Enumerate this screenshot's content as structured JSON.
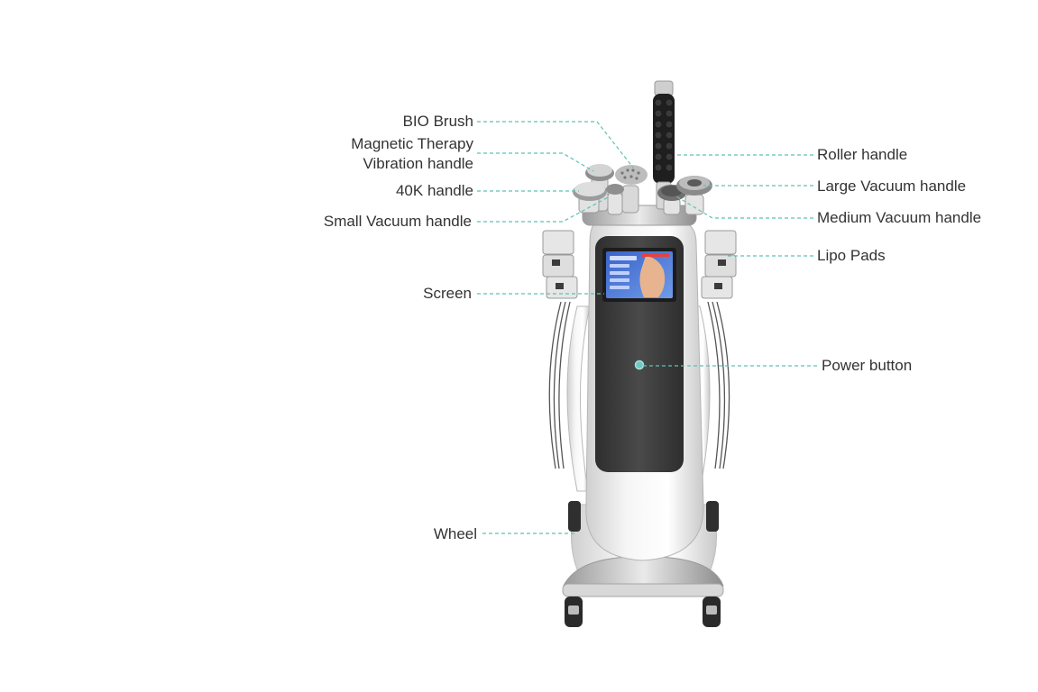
{
  "colors": {
    "leader": "#5cc2b4",
    "label_text": "#333333",
    "body_white": "#eeeeee",
    "panel_dark": "#3a3a3a",
    "accent_teal": "#6cc8c0"
  },
  "labels": {
    "bio_brush": "BIO Brush",
    "magnetic_line1": "Magnetic Therapy",
    "magnetic_line2": "Vibration handle",
    "k40_handle": "40K handle",
    "small_vacuum": "Small Vacuum handle",
    "screen": "Screen",
    "wheel": "Wheel",
    "roller_handle": "Roller handle",
    "large_vacuum": "Large Vacuum handle",
    "medium_vacuum": "Medium Vacuum handle",
    "lipo_pads": "Lipo Pads",
    "power_button": "Power button"
  }
}
